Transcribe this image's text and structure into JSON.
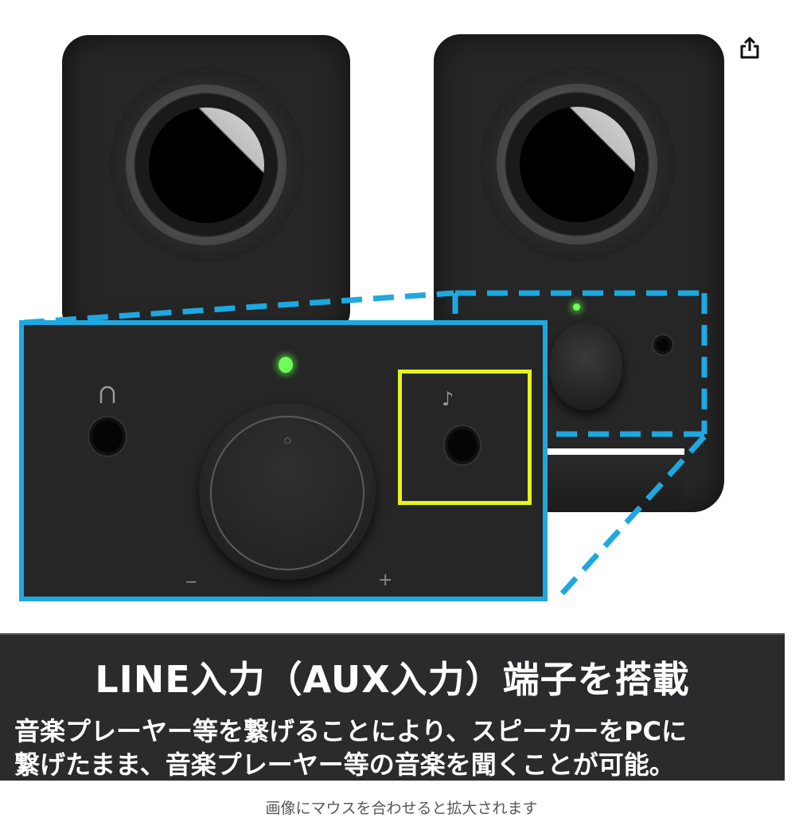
{
  "product_image": {
    "alt": "speaker",
    "caption": {
      "title": "LINE入力（AUX入力）端子を搭載",
      "lines": [
        "音楽プレーヤー等を繋げることにより、スピーカーをPCに",
        "繋げたまま、音楽プレーヤー等の音楽を聞くことが可能。"
      ]
    },
    "panel_labels": {
      "headphone_icon": "headphone-icon",
      "aux_icon": "music-note-icon",
      "volume_minus": "−",
      "volume_plus": "+"
    },
    "colors": {
      "callout_blue": "#1ea8e0",
      "highlight_yellow": "#e4f31e",
      "led_green": "#6dff55",
      "caption_bg": "#2b2b2d"
    }
  },
  "toolbar": {
    "share_icon": "share-icon"
  },
  "zoom_hint": "画像にマウスを合わせると拡大されます"
}
